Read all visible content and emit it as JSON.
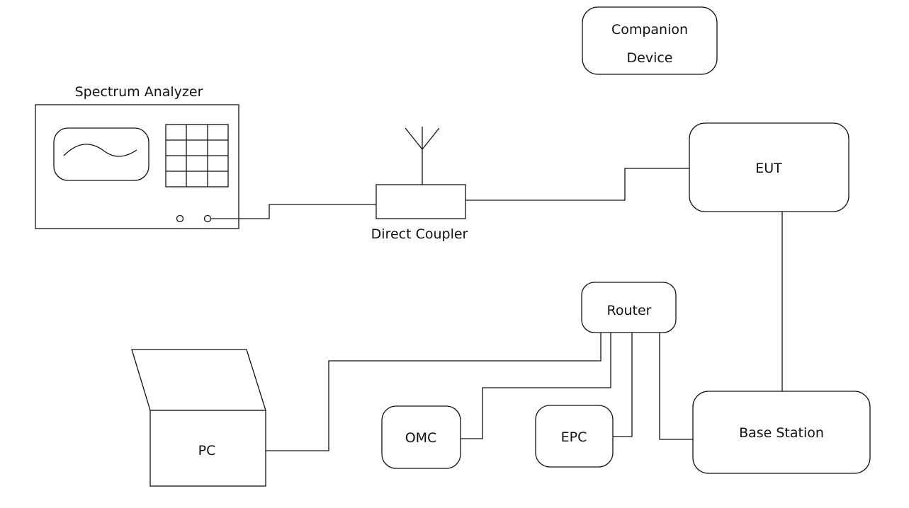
{
  "diagram": {
    "nodes": {
      "spectrum_analyzer": "Spectrum Analyzer",
      "direct_coupler": "Direct Coupler",
      "companion_line1": "Companion",
      "companion_line2": "Device",
      "eut": "EUT",
      "router": "Router",
      "pc": "PC",
      "omc": "OMC",
      "epc": "EPC",
      "base_station": "Base Station"
    },
    "colors": {
      "stroke": "#111111",
      "background": "#ffffff"
    }
  }
}
